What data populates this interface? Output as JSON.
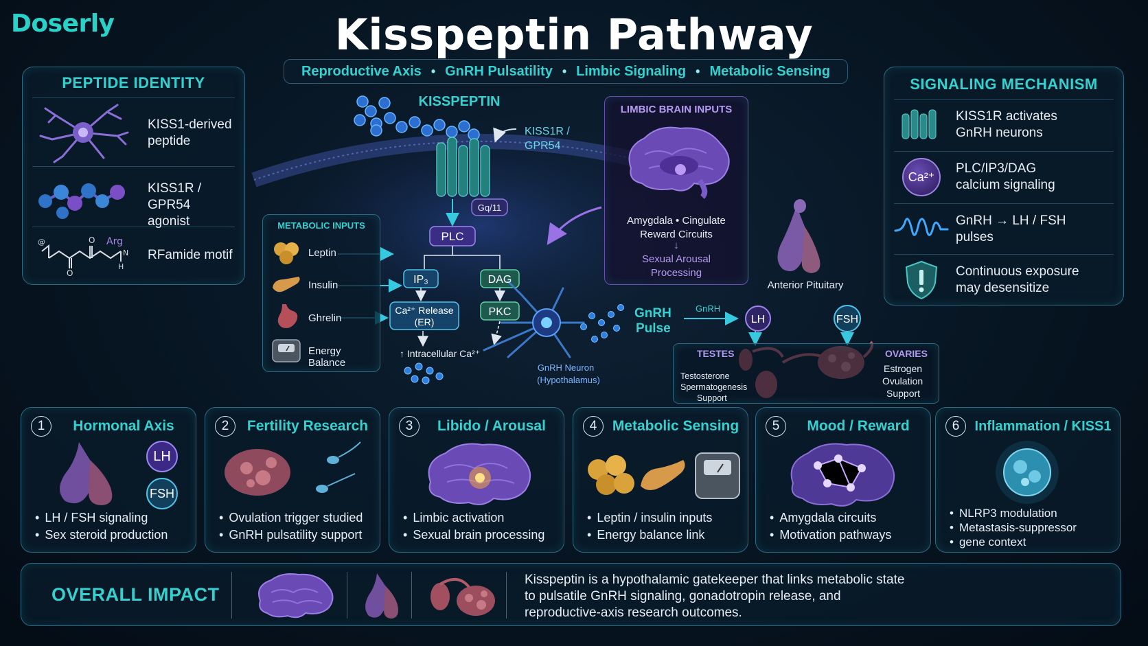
{
  "brand": "Doserly",
  "title": "Kisspeptin Pathway",
  "tags": [
    "Reproductive Axis",
    "GnRH Pulsatility",
    "Limbic Signaling",
    "Metabolic Sensing"
  ],
  "tag_separator": "•",
  "peptide_identity": {
    "title": "PEPTIDE IDENTITY",
    "items": [
      {
        "icon": "neuron-icon",
        "line1": "KISS1-derived",
        "line2": "peptide"
      },
      {
        "icon": "molecule-icon",
        "line1": "KISS1R / GPR54",
        "line2": "agonist"
      },
      {
        "icon": "chemical-structure-icon",
        "line1": "RFamide motif",
        "line2": ""
      }
    ],
    "structure_labels": {
      "arg": "Arg",
      "o1": "O",
      "o2": "O",
      "nh": "N",
      "h": "H"
    }
  },
  "signaling_mechanism": {
    "title": "SIGNALING MECHANISM",
    "items": [
      {
        "icon": "receptor-icon",
        "line1": "KISS1R activates",
        "line2": "GnRH neurons"
      },
      {
        "icon": "calcium-icon",
        "icon_text": "Ca²⁺",
        "line1": "PLC/IP3/DAG",
        "line2": "calcium signaling"
      },
      {
        "icon": "pulse-wave-icon",
        "line1": "GnRH → LH / FSH",
        "line2": "pulses"
      },
      {
        "icon": "shield-icon",
        "line1": "Continuous exposure",
        "line2": "may desensitize"
      }
    ]
  },
  "center": {
    "kisspeptin_label": "KISSPEPTIN",
    "receptor_label_1": "KISS1R /",
    "receptor_label_2": "GPR54",
    "gq": "Gq/11",
    "plc": "PLC",
    "ip3": "IP₃",
    "dag": "DAG",
    "ca_release_1": "Ca²⁺ Release",
    "ca_release_2": "(ER)",
    "pkc": "PKC",
    "intracellular": "↑ Intracellular Ca²⁺",
    "neuron_label_1": "GnRH Neuron",
    "neuron_label_2": "(Hypothalamus)",
    "gnrh_pulse_1": "GnRH",
    "gnrh_pulse_2": "Pulse",
    "gnrh_small": "GnRH",
    "lh": "LH",
    "fsh": "FSH",
    "anterior_pituitary": "Anterior Pituitary"
  },
  "metabolic_inputs": {
    "title": "METABOLIC INPUTS",
    "items": [
      "Leptin",
      "Insulin",
      "Ghrelin",
      "Energy Balance"
    ]
  },
  "limbic_inputs": {
    "title": "LIMBIC BRAIN INPUTS",
    "line1": "Amygdala • Cingulate",
    "line2": "Reward Circuits",
    "arrow": "↓",
    "line3": "Sexual Arousal",
    "line4": "Processing"
  },
  "gonads": {
    "testes_title": "TESTES",
    "testes_lines": [
      "Testosterone",
      "Spermatogenesis",
      "Support"
    ],
    "ovaries_title": "OVARIES",
    "ovaries_lines": [
      "Estrogen",
      "Ovulation",
      "Support"
    ]
  },
  "cards": [
    {
      "num": "1",
      "title": "Hormonal Axis",
      "bullets": [
        "LH / FSH signaling",
        "Sex steroid production"
      ],
      "badges": [
        "LH",
        "FSH"
      ]
    },
    {
      "num": "2",
      "title": "Fertility Research",
      "bullets": [
        "Ovulation trigger studied",
        "GnRH pulsatility support"
      ]
    },
    {
      "num": "3",
      "title": "Libido / Arousal",
      "bullets": [
        "Limbic activation",
        "Sexual brain processing"
      ]
    },
    {
      "num": "4",
      "title": "Metabolic Sensing",
      "bullets": [
        "Leptin / insulin inputs",
        "Energy balance link"
      ]
    },
    {
      "num": "5",
      "title": "Mood / Reward",
      "bullets": [
        "Amygdala circuits",
        "Motivation pathways"
      ]
    },
    {
      "num": "6",
      "title": "Inflammation / KISS1",
      "bullets": [
        "NLRP3 modulation",
        "Metastasis-suppressor",
        "gene context"
      ]
    }
  ],
  "overall": {
    "title": "OVERALL IMPACT",
    "text_lines": [
      "Kisspeptin is a hypothalamic gatekeeper that links metabolic state",
      "to pulsatile GnRH signaling, gonadotropin release, and",
      "reproductive-axis research outcomes."
    ]
  },
  "colors": {
    "accent": "#35d1d0",
    "purple": "#6a4bb5",
    "teal_box": "#1e5f5a",
    "bg": "#071522"
  }
}
